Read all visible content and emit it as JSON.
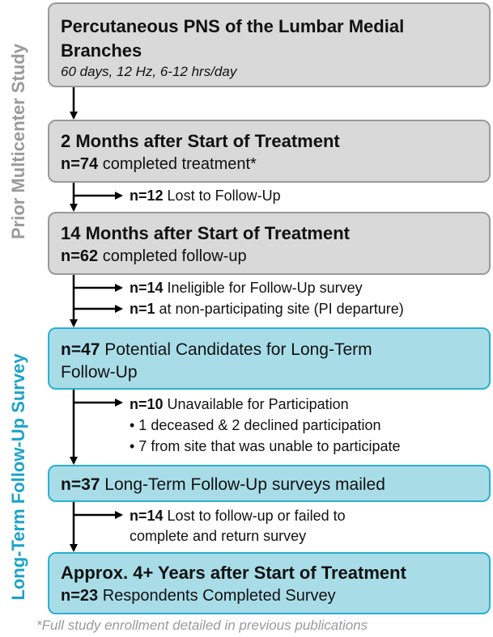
{
  "side_labels": {
    "prior": "Prior Multicenter Study",
    "long_term": "Long-Term Follow-Up Survey"
  },
  "boxes": [
    {
      "title": "Percutaneous PNS of the Lumbar Medial Branches",
      "sub": "60 days, 12 Hz, 6-12 hrs/day"
    },
    {
      "title": "2 Months after Start of Treatment",
      "n": "n=74",
      "text": "completed treatment*"
    },
    {
      "title": "14 Months after Start of Treatment",
      "n": "n=62",
      "text": "completed follow-up"
    },
    {
      "n": "n=47",
      "text": "Potential Candidates for Long-Term Follow-Up"
    },
    {
      "n": "n=37",
      "text": "Long-Term Follow-Up surveys mailed"
    },
    {
      "title": "Approx. 4+ Years after Start of Treatment",
      "n": "n=23",
      "text": "Respondents Completed Survey"
    }
  ],
  "exclusions": {
    "lost_12": {
      "n": "n=12",
      "text": "Lost to Follow-Up"
    },
    "ineligible_14": {
      "n": "n=14",
      "text": "Ineligible for Follow-Up survey"
    },
    "site_1": {
      "n": "n=1",
      "text": "at non-participating site (PI departure)"
    },
    "unavailable_10": {
      "n": "n=10",
      "text": "Unavailable for Participation",
      "bullets": [
        "• 1 deceased & 2 declined participation",
        "• 7 from site that was unable to participate"
      ]
    },
    "lost_14": {
      "n": "n=14",
      "text": "Lost to follow-up or failed to",
      "text2": "complete and return survey"
    }
  },
  "footnote": "*Full study enrollment detailed in previous publications",
  "colors": {
    "gray_fill": "#d9d9d9",
    "gray_border": "#9a9a9a",
    "teal_fill": "#a8dde8",
    "teal_border": "#2bb0d0",
    "prior_label": "#9a9a9a",
    "long_label": "#1ba3c9"
  }
}
